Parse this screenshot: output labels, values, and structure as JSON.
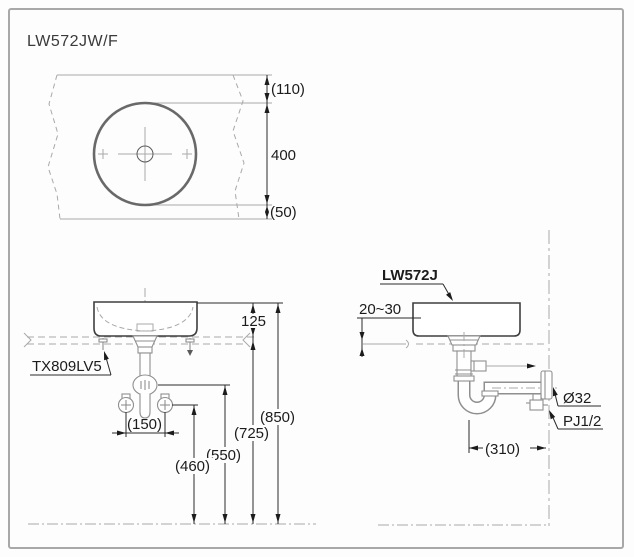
{
  "title": "LW572JW/F",
  "colors": {
    "border": "#a8a8a8",
    "dark_line": "#2a2a2a",
    "light_line": "#a9a9a9",
    "fixture_line": "#8f8f8f"
  },
  "top_view": {
    "dim_top_edge_to_bowl": "(110)",
    "dim_bowl_diameter": "400",
    "dim_bowl_to_bottom_edge": "(50)"
  },
  "front_view": {
    "drain_model": "TX809LV5",
    "dim_basin_height": "125",
    "dim_supply_spacing": "(150)",
    "dim_supply_height": "(460)",
    "dim_trap_height": "(550)",
    "dim_counter_height": "(725)",
    "dim_rim_height": "(850)"
  },
  "side_view": {
    "model": "LW572J",
    "counter_thickness": "20~30",
    "dim_drain_to_wall": "(310)",
    "drain_size": "Ø32",
    "supply_size": "PJ1/2"
  }
}
